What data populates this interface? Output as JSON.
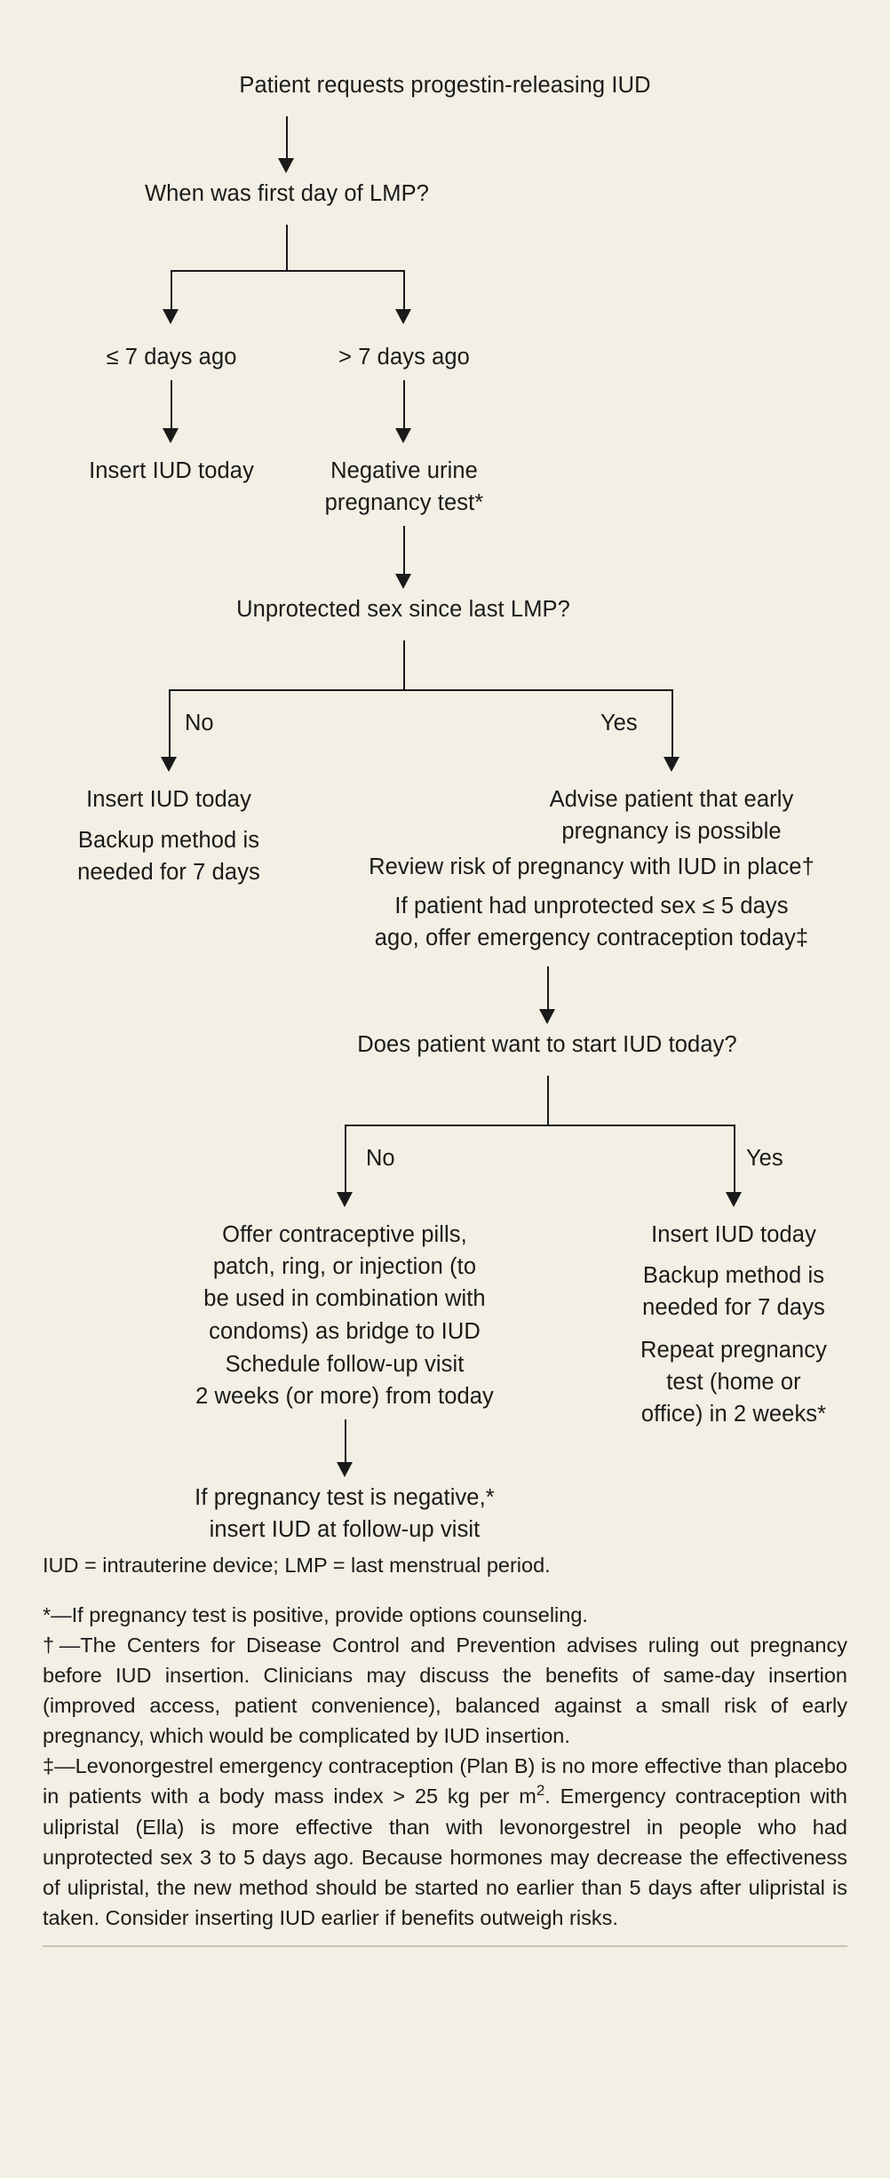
{
  "flowchart": {
    "title": "Progestin-releasing IUD initiation algorithm",
    "nodes": {
      "start": "Patient requests progestin-releasing IUD",
      "lmp_question": "When was first day of LMP?",
      "branch_le7": "≤ 7 days ago",
      "branch_gt7": "> 7 days ago",
      "insert_today_1": "Insert IUD today",
      "negative_test": "Negative urine\npregnancy test*",
      "unprotected_question": "Unprotected sex since last LMP?",
      "label_no_1": "No",
      "label_yes_1": "Yes",
      "insert_today_2": "Insert IUD today",
      "backup_7days_1": "Backup method is\nneeded for 7 days",
      "advise_early_pregnancy": "Advise patient that early\npregnancy is possible",
      "review_risk": "Review risk of pregnancy with IUD in place†",
      "emergency_contraception": "If patient had unprotected sex ≤ 5 days\nago, offer emergency contraception today‡",
      "want_iud_question": "Does patient want to start IUD today?",
      "label_no_2": "No",
      "label_yes_2": "Yes",
      "offer_pills": "Offer contraceptive pills,\npatch, ring, or injection (to\nbe used in combination with\ncondoms) as bridge to IUD",
      "schedule_followup": "Schedule follow-up visit\n2 weeks (or more) from today",
      "insert_today_3": "Insert IUD today",
      "backup_7days_2": "Backup method is\nneeded for 7 days",
      "repeat_test": "Repeat pregnancy\ntest (home or\noffice) in 2 weeks*",
      "final_insert": "If pregnancy test is negative,*\ninsert IUD at follow-up visit"
    }
  },
  "footnotes": {
    "legend": "IUD = intrauterine device; LMP = last menstrual period.",
    "note_star": "*—If pregnancy test is positive, provide options counseling.",
    "note_dagger": "†—The Centers for Disease Control and Prevention advises ruling out pregnancy before IUD insertion. Clinicians may discuss the benefits of same-day insertion (improved access, patient convenience), balanced against a small risk of early pregnancy, which would be complicated by IUD insertion.",
    "note_doubledagger_part1": "‡—Levonorgestrel emergency contraception (Plan B) is no more effective than placebo in patients with a body mass index > 25 kg per m",
    "note_doubledagger_sup": "2",
    "note_doubledagger_part2": ". Emergency contraception with ulipristal (Ella) is more effective than with levonorgestrel in people who had unprotected sex 3 to 5 days ago. Because hormones may decrease the effectiveness of ulipristal, the new method should be started no earlier than 5 days after ulipristal is taken. Consider inserting IUD earlier if benefits outweigh risks."
  },
  "colors": {
    "background": "#f2efe4",
    "text": "#1a1a1a",
    "rule": "#c9c4b4"
  }
}
